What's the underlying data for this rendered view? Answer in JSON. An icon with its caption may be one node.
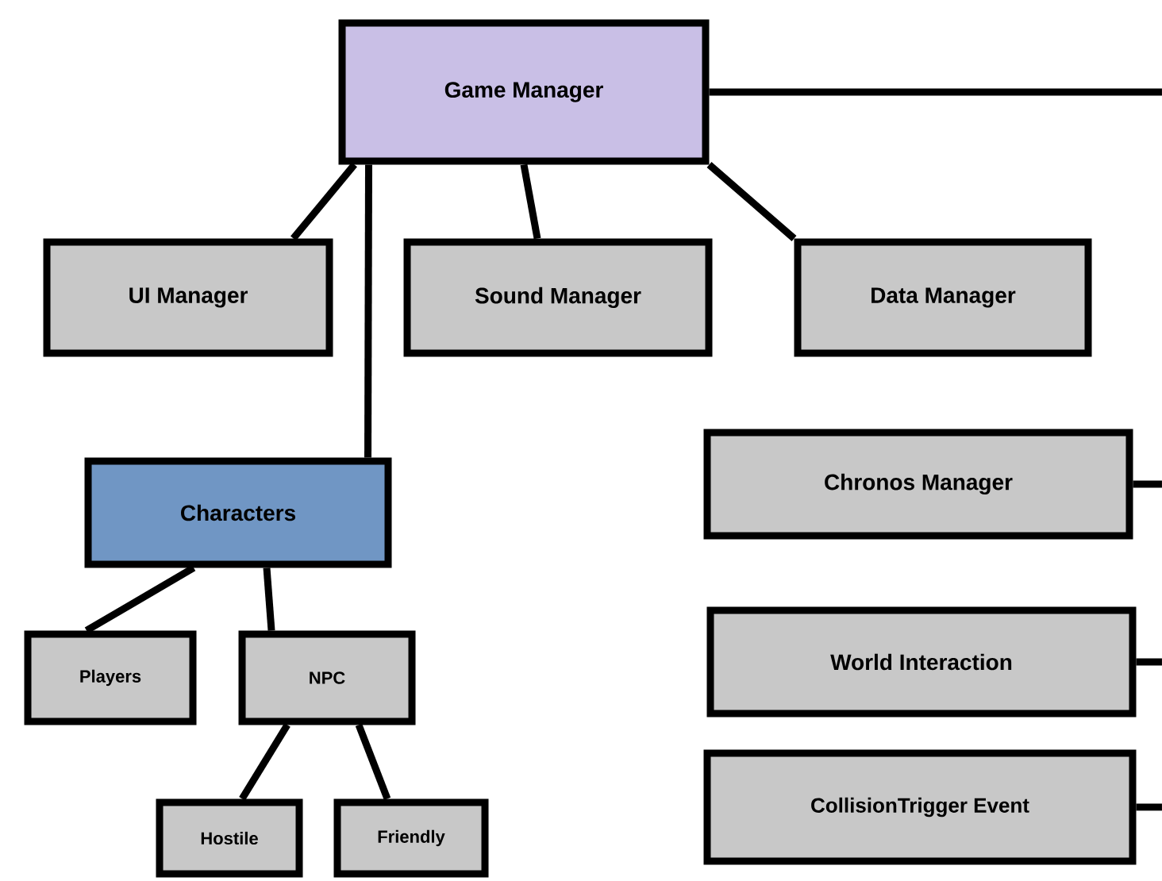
{
  "diagram": {
    "nodes": [
      {
        "text": [
          "Game Manager"
        ]
      },
      {
        "text": [
          "UI Manager"
        ]
      },
      {
        "text": [
          "Sound Manager"
        ]
      },
      {
        "text": [
          "Data Manager"
        ]
      },
      {
        "text": [
          "Characters"
        ]
      },
      {
        "text": [
          "Players"
        ]
      },
      {
        "text": [
          "NPC"
        ]
      },
      {
        "text": [
          "Hostile"
        ]
      },
      {
        "text": [
          "Friendly"
        ]
      },
      {
        "text": [
          "Chronos Manager"
        ]
      },
      {
        "text": [
          "World Interaction"
        ]
      },
      {
        "text": [
          "CollisionTrigger Event"
        ]
      }
    ],
    "edges": [
      {
        "from": 0,
        "to": 1,
        "arrow": "none"
      },
      {
        "from": 0,
        "to": 2,
        "arrow": "none"
      },
      {
        "from": 0,
        "to": 3,
        "arrow": "none"
      },
      {
        "from": 0,
        "to": 4,
        "arrow": "none"
      },
      {
        "from": 0,
        "to": null,
        "arrow": "none"
      },
      {
        "from": 4,
        "to": 5,
        "arrow": "none"
      },
      {
        "from": 4,
        "to": 6,
        "arrow": "none"
      },
      {
        "from": 6,
        "to": 7,
        "arrow": "none"
      },
      {
        "from": 6,
        "to": 8,
        "arrow": "none"
      },
      {
        "from": 9,
        "to": null,
        "arrow": "none"
      },
      {
        "from": 10,
        "to": null,
        "arrow": "none"
      },
      {
        "from": 11,
        "to": null,
        "arrow": "none"
      }
    ]
  }
}
